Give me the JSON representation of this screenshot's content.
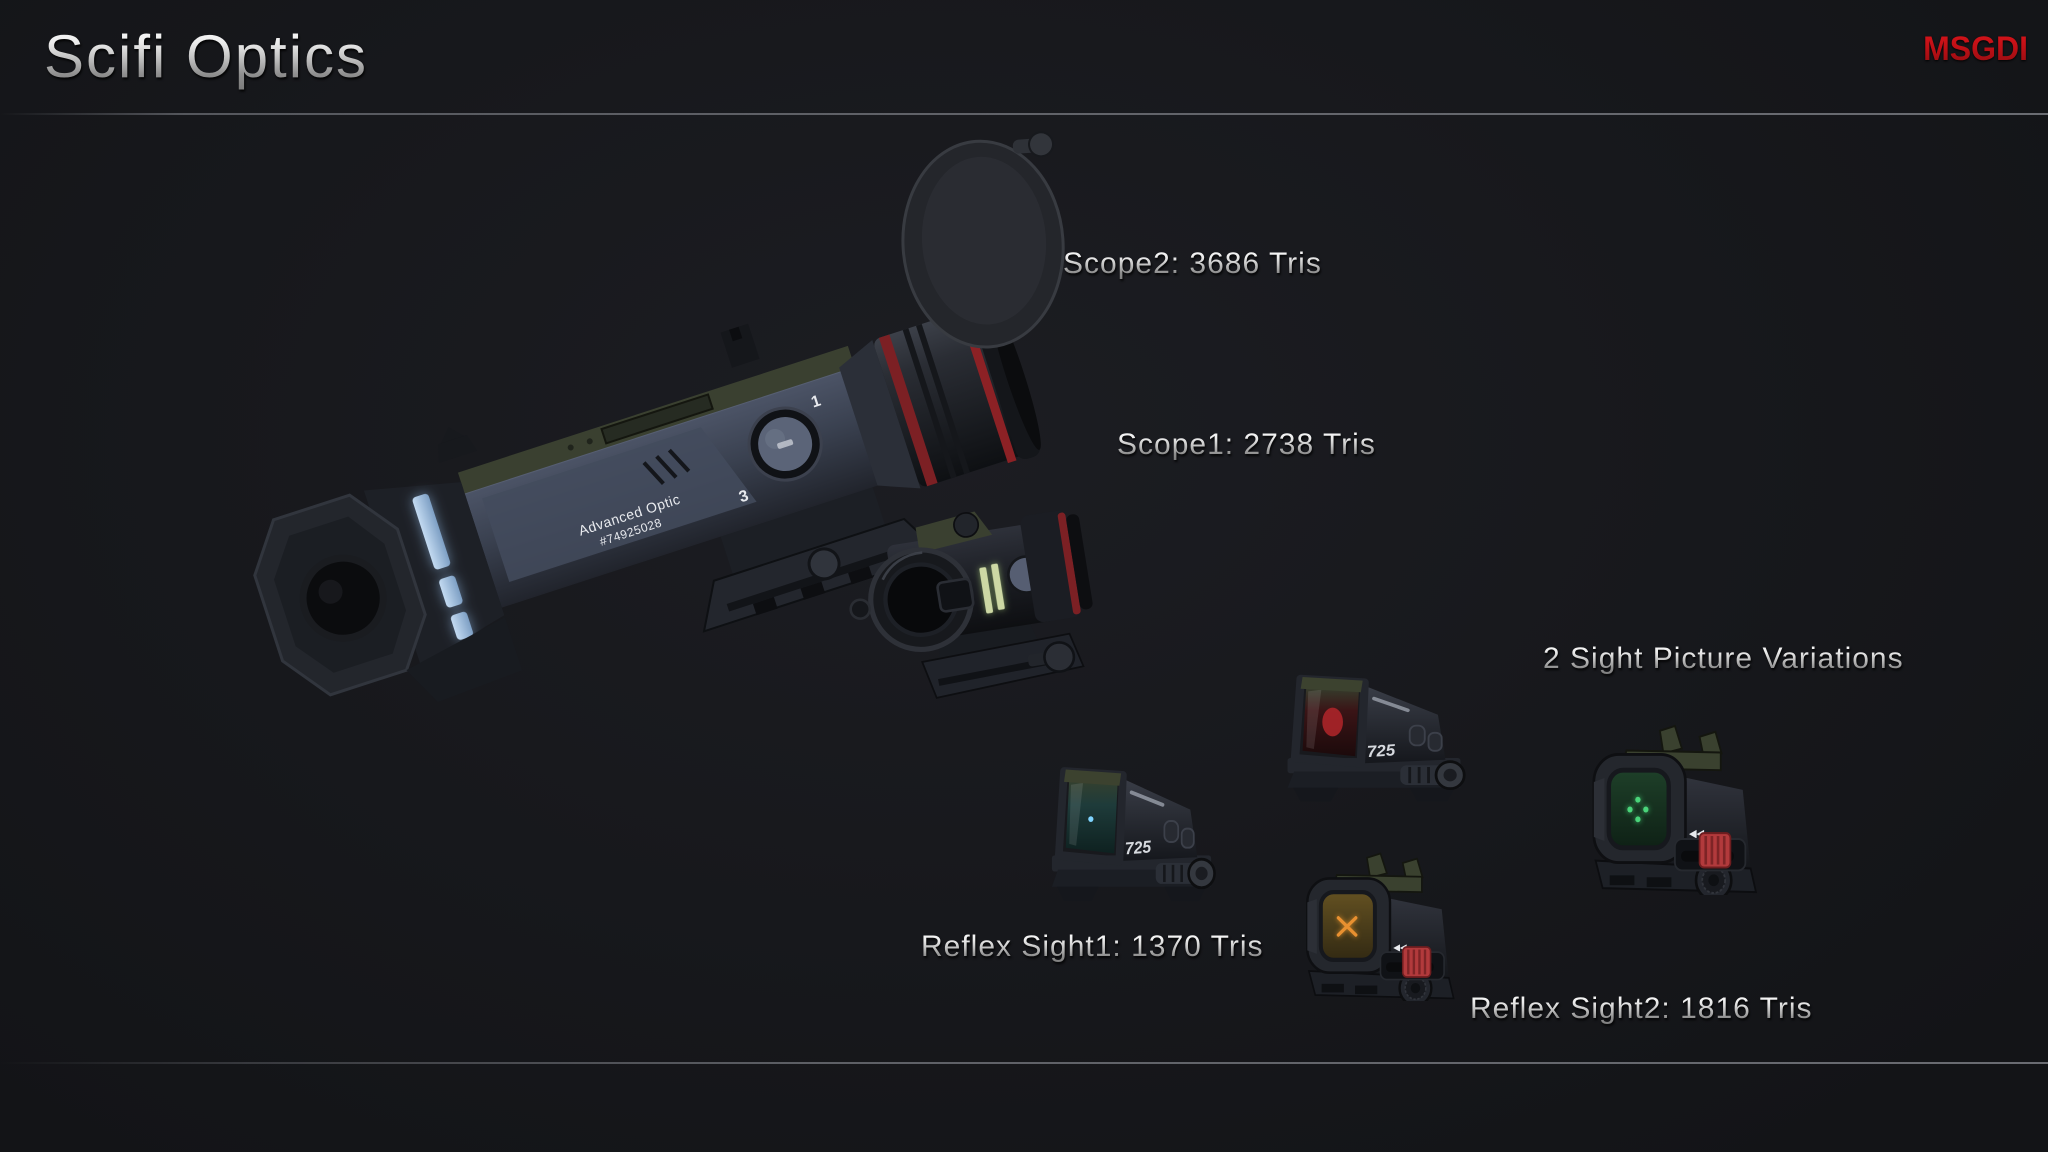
{
  "page": {
    "background": "#17181c",
    "divider_color": "#64666c"
  },
  "header": {
    "title": "Scifi Optics",
    "brand": "MSGDI",
    "brand_color": "#c01016"
  },
  "annotations": {
    "scope2": "Scope2: 3686 Tris",
    "scope1": "Scope1: 2738 Tris",
    "variations": "2 Sight Picture Variations",
    "reflex1": "Reflex Sight1: 1370 Tris",
    "reflex2": "Reflex Sight2: 1816 Tris"
  },
  "markings": {
    "scope2_print_line1": "Advanced Optic",
    "scope2_print_line2": "#74925028",
    "scope2_dial_left": "3",
    "scope2_dial_right": "1",
    "rmr_serial": "725",
    "holo_arrows": "◀◀"
  },
  "accent_colors": {
    "front_glow_blue": "#a9c9e9",
    "stripe_green": "#cdd8a4",
    "ring_red": "#7c2024",
    "lens_teal": "#2a5a58",
    "lens_red": "#8c2125",
    "reticle_orange": "#e89030",
    "reticle_green": "#4ad47a",
    "dial_red": "#b23a3c"
  }
}
